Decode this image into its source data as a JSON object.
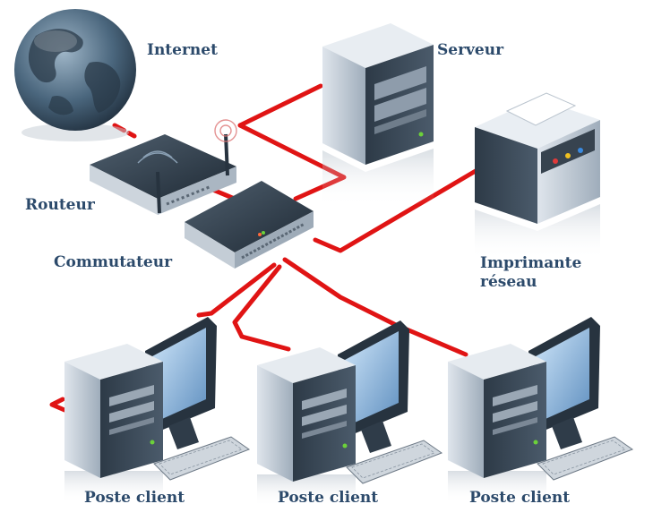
{
  "labels": {
    "internet": "Internet",
    "server": "Serveur",
    "router": "Routeur",
    "switch": "Commutateur",
    "printer_line1": "Imprimante",
    "printer_line2": "réseau",
    "client1": "Poste client",
    "client2": "Poste client",
    "client3": "Poste client"
  },
  "icons": [
    "globe-icon",
    "server-icon",
    "router-icon",
    "switch-icon",
    "printer-icon",
    "workstation-icon"
  ],
  "colors": {
    "cable": "#e01414",
    "label": "#2c4a6b",
    "device_dark": "#27333f",
    "device_light": "#d9dfe6"
  }
}
